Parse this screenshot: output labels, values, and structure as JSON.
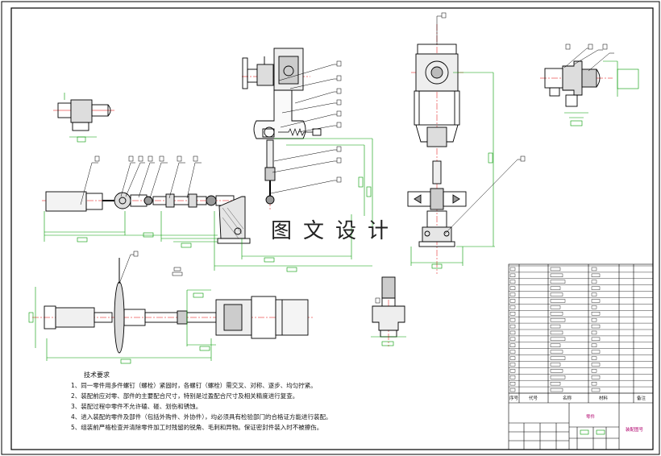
{
  "watermark": "图文设计",
  "tech_requirements": {
    "title": "技术要求",
    "items": [
      "1、同一零件用多件螺钉（螺栓）紧固时，各螺钉（螺栓）需交叉、对称、逐步、均匀拧紧。",
      "2、装配前应对零、部件的主要配合尺寸，特别是过盈配合尺寸及相关精度进行复查。",
      "3、装配过程中零件不允许磕、碰、划伤和锈蚀。",
      "4、进入装配的零件及部件（包括外购件、外协件），均必须具有检验部门的合格证方能进行装配。",
      "5、组装前严格检查并清除零件加工时残留的锐角、毛刺和异物。保证密封件装入时不被擦伤。"
    ]
  },
  "bom_header": {
    "col1": "序号",
    "col2": "代号",
    "col3": "名称",
    "col4": "材料",
    "col5": "备注"
  },
  "title_block": {
    "material_label": "零件",
    "drawing_label": "装配图号"
  },
  "colors": {
    "line": "#000000",
    "center": "#e00000",
    "dimension": "#009a00",
    "accent": "#b0006c",
    "section": "#555555"
  }
}
